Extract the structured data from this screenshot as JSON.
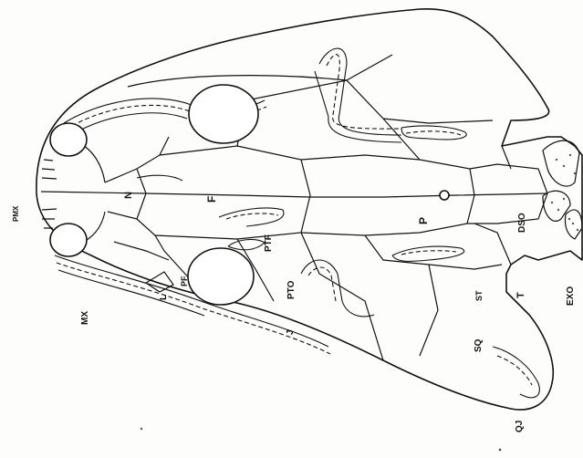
{
  "labels": {
    "pmx": "PMX",
    "mx": "MX",
    "n": "N",
    "f": "F",
    "pf": "PF",
    "l": "L",
    "ptf": "PTF",
    "pto": "PTO",
    "j": "J",
    "p": "P",
    "st": "ST",
    "sq": "SQ",
    "dso": "DSO",
    "t": "T",
    "exo": "EXO",
    "qj": "QJ"
  }
}
